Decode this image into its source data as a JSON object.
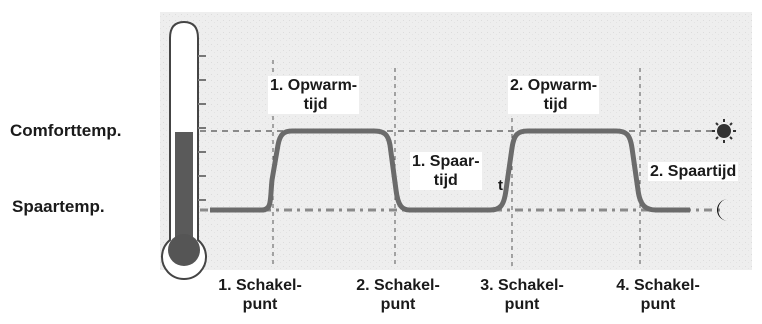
{
  "diagram": {
    "y_labels": {
      "comfort": "Comforttemp.",
      "spaar": "Spaartemp."
    },
    "phases": [
      {
        "id": "opwarm1",
        "line1": "1. Opwarm-",
        "line2": "tijd"
      },
      {
        "id": "spaar1",
        "line1": "1. Spaar-",
        "line2": "tijd",
        "extra": "t"
      },
      {
        "id": "opwarm2",
        "line1": "2. Opwarm-",
        "line2": "tijd"
      },
      {
        "id": "spaar2",
        "line1": "2. Spaartijd"
      }
    ],
    "switch_points": [
      {
        "line1": "1. Schakel-",
        "line2": "punt"
      },
      {
        "line1": "2. Schakel-",
        "line2": "punt"
      },
      {
        "line1": "3. Schakel-",
        "line2": "punt"
      },
      {
        "line1": "4. Schakel-",
        "line2": "punt"
      }
    ],
    "icons": {
      "comfort": "sun-icon",
      "spaar": "moon-icon",
      "thermometer": "thermometer-icon"
    },
    "colors": {
      "curve": "#6b6b6b",
      "dashed": "#8a8a8a",
      "mercury": "#555555",
      "panel": "#ededed"
    }
  }
}
